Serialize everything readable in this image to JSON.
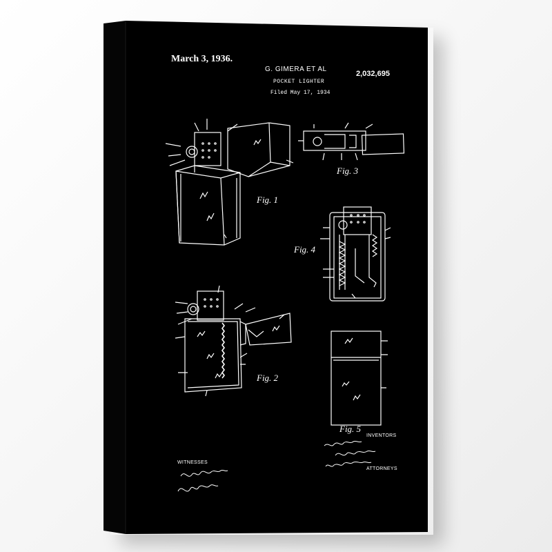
{
  "patent": {
    "date": "March 3, 1936.",
    "inventor_line": "G. GIMERA  ET AL",
    "patent_number": "2,032,695",
    "title": "POCKET LIGHTER",
    "filed": "Filed May 17, 1934",
    "witnesses_label": "WITNESSES",
    "inventors_label": "INVENTORS",
    "attorneys_label": "ATTORNEYS",
    "signatures": {
      "witness_1": "E. J. Maloney",
      "witness_2": "V. G. Peckham",
      "inventor_1": "George Gimera",
      "inventor_2": "George G. Blaisdell",
      "attorney": "by J. Graham, Spittelhouse Patents"
    }
  },
  "figures": {
    "fig1": "Fig. 1",
    "fig2": "Fig. 2",
    "fig3": "Fig. 3",
    "fig4": "Fig. 4",
    "fig5": "Fig. 5"
  },
  "colors": {
    "canvas": "#000000",
    "canvas_side": "#0a0a0a",
    "ink": "#ffffff",
    "wall": "#f4f4f4"
  }
}
